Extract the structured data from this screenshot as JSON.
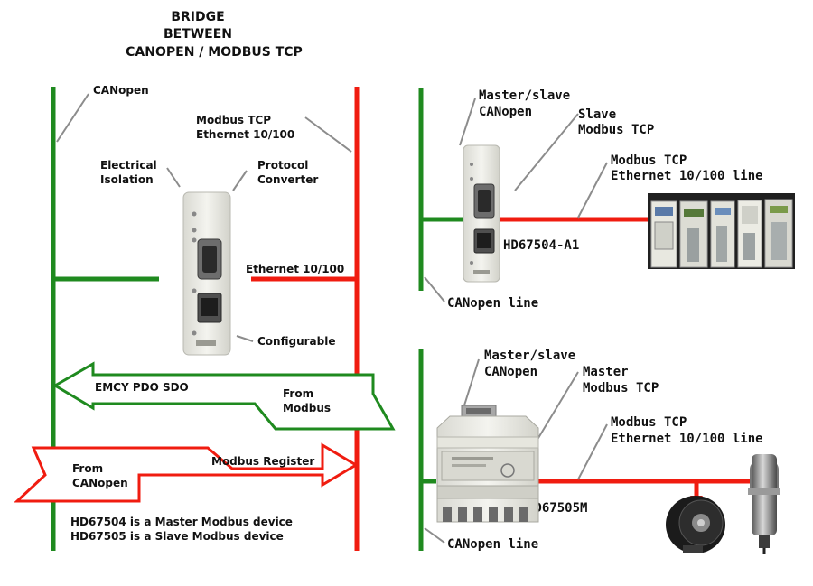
{
  "title": {
    "line1": "BRIDGE",
    "line2": "BETWEEN",
    "line3": "CANOPEN / MODBUS TCP"
  },
  "left": {
    "canopen_label": "CANopen",
    "modbus_label_1": "Modbus TCP",
    "modbus_label_2": "Ethernet 10/100",
    "isolation_1": "Electrical",
    "isolation_2": "Isolation",
    "protocol_1": "Protocol",
    "protocol_2": "Converter",
    "ethernet_label": "Ethernet 10/100",
    "configurable_label": "Configurable",
    "green_arrow_text": "EMCY PDO SDO",
    "green_from_1": "From",
    "green_from_2": "Modbus",
    "red_arrow_text": "Modbus Register",
    "red_from_1": "From",
    "red_from_2": "CANopen",
    "note_1": "HD67504 is a Master Modbus device",
    "note_2": "HD67505 is a Slave Modbus device"
  },
  "top_right": {
    "master_slave_1": "Master/slave",
    "master_slave_2": "CANopen",
    "slave_1": "Slave",
    "slave_2": "Modbus TCP",
    "modbus_1": "Modbus TCP",
    "modbus_2": "Ethernet 10/100 line",
    "device": "HD67504-A1",
    "canopen_line": "CANopen line"
  },
  "bottom_right": {
    "master_slave_1": "Master/slave",
    "master_slave_2": "CANopen",
    "master_1": "Master",
    "master_2": "Modbus TCP",
    "modbus_1": "Modbus TCP",
    "modbus_2": "Ethernet 10/100 line",
    "device": "HD67505M",
    "canopen_line": "CANopen line"
  },
  "colors": {
    "canopen_green": "#1f8a1f",
    "modbus_red": "#f01c10",
    "pointer_gray": "#8c8c8c",
    "device_body": "#ecece6"
  },
  "icons": [
    "gateway-device-icon",
    "din-rail-module-icon",
    "plc-rack-icon",
    "rotary-encoder-icon",
    "inductive-sensor-icon"
  ]
}
